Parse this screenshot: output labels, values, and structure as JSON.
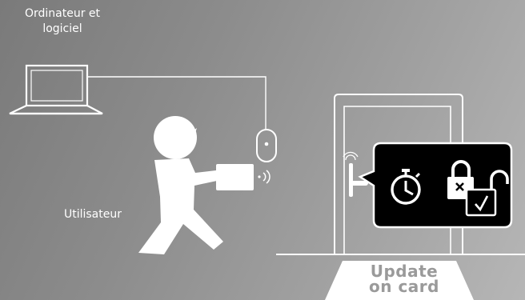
{
  "labels": {
    "computer_line1": "Ordinateur et",
    "computer_line2": "logiciel",
    "user": "Utilisateur",
    "card_line1": "Update",
    "card_line2": "on card"
  },
  "colors": {
    "background_dark": "#7a7a7a",
    "background_light": "#b6b6b6",
    "foreground": "#ffffff",
    "bubble_fill": "#000000",
    "card_text": "#9a9a9a"
  },
  "icons": [
    "laptop-icon",
    "person-icon",
    "card-reader-icon",
    "nfc-waves-icon",
    "door-icon",
    "timer-icon",
    "padlock-closed-icon",
    "padlock-open-icon",
    "check-mark-icon",
    "x-mark-icon"
  ]
}
